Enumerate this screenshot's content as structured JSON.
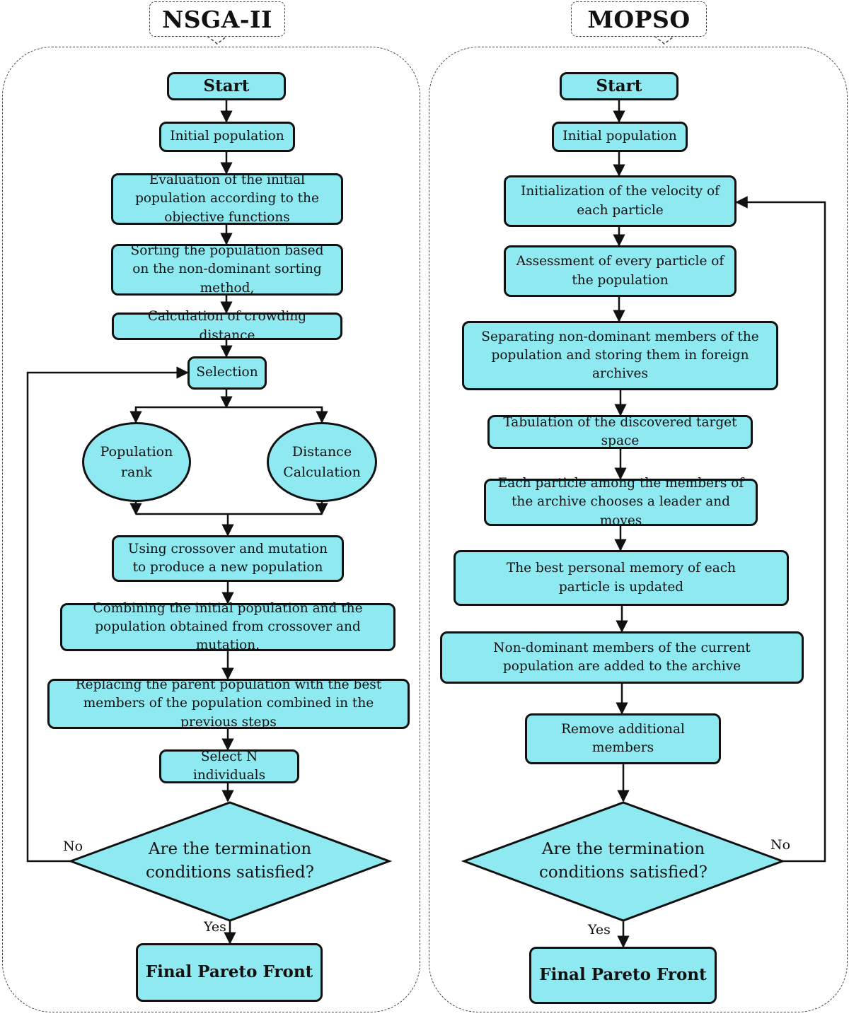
{
  "nsga": {
    "title": "NSGA-II",
    "start": "Start",
    "initial": "Initial population",
    "evaluation": "Evaluation of the initial population according to the objective functions",
    "sorting": "Sorting the population based on the non-dominant sorting method,",
    "crowding": "Calculation of crowding distance",
    "selection": "Selection",
    "rank": "Population rank",
    "distance": "Distance Calculation",
    "crossover": "Using crossover and mutation to produce a new population",
    "combining": "Combining the initial population and the population obtained from crossover and mutation.",
    "replacing": "Replacing the parent population with the best members of the population combined in the previous steps",
    "select_n": "Select N individuals",
    "termination": "Are the termination conditions satisfied?",
    "no": "No",
    "yes": "Yes",
    "final": "Final Pareto Front"
  },
  "mopso": {
    "title": "MOPSO",
    "start": "Start",
    "initial": "Initial population",
    "velocity": "Initialization of the velocity of each particle",
    "assessment": "Assessment of every particle of the population",
    "separating": "Separating non-dominant members of the population and storing them in foreign archives",
    "tabulation": "Tabulation of the discovered target space",
    "leader": "Each particle among the members of the archive chooses a leader and moves",
    "memory": "The best personal memory of each particle is updated",
    "nondominant": "Non-dominant members of the current population are added to the archive",
    "remove": "Remove additional members",
    "termination": "Are the termination conditions satisfied?",
    "no": "No",
    "yes": "Yes",
    "final": "Final Pareto Front"
  },
  "colors": {
    "box_fill": "#8fe9f1",
    "outline": "#111111",
    "panel_border": "#444444"
  }
}
